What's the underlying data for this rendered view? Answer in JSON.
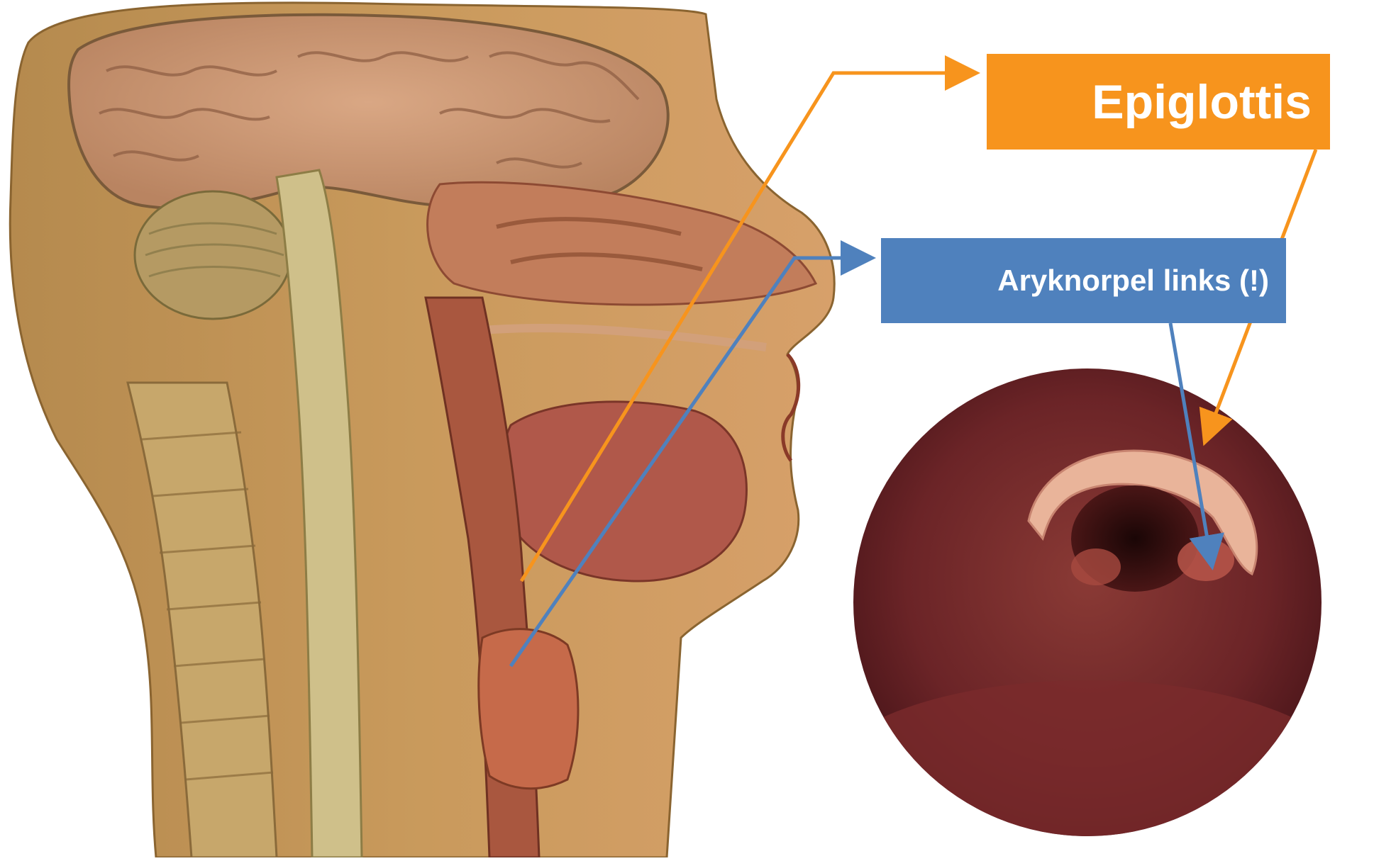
{
  "labels": {
    "epiglottis": "Epiglottis",
    "arytenoid": "Aryknorpel links (!)"
  },
  "colors": {
    "epiglottis": "#F7941D",
    "arytenoid": "#4F81BD",
    "background": "#FFFFFF"
  },
  "figures": {
    "left": "sagittal-head-anatomy-illustration",
    "right": "endoscopic-larynx-view"
  }
}
